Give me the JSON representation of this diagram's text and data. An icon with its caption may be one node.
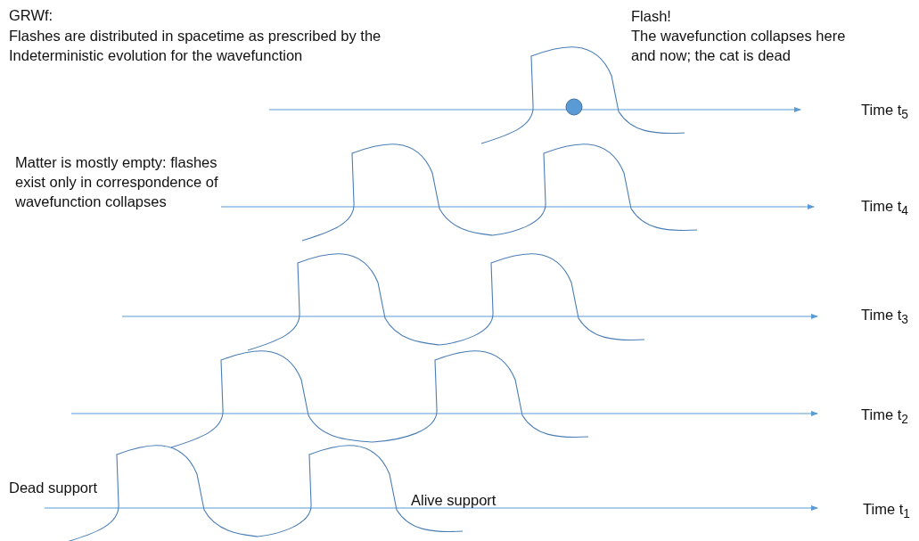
{
  "diagram": {
    "title": "GRWf:",
    "labels": [
      "Flashes are distributed in spacetime as prescribed by the Indeterministic evolution for the wavefunction",
      "Flash!",
      "The wavefunction collapses here and now; the cat is dead",
      "Time t$_{5}$",
      "Matter is mostly empty: flashes exist only in correspondence of wavefunction collapses",
      "Time t$_{4}$",
      "Time t$_{3}$",
      "Time t$_{2}$",
      "Dead support",
      "Alive support",
      "Time t$_{1}$"
    ]
  }
}
